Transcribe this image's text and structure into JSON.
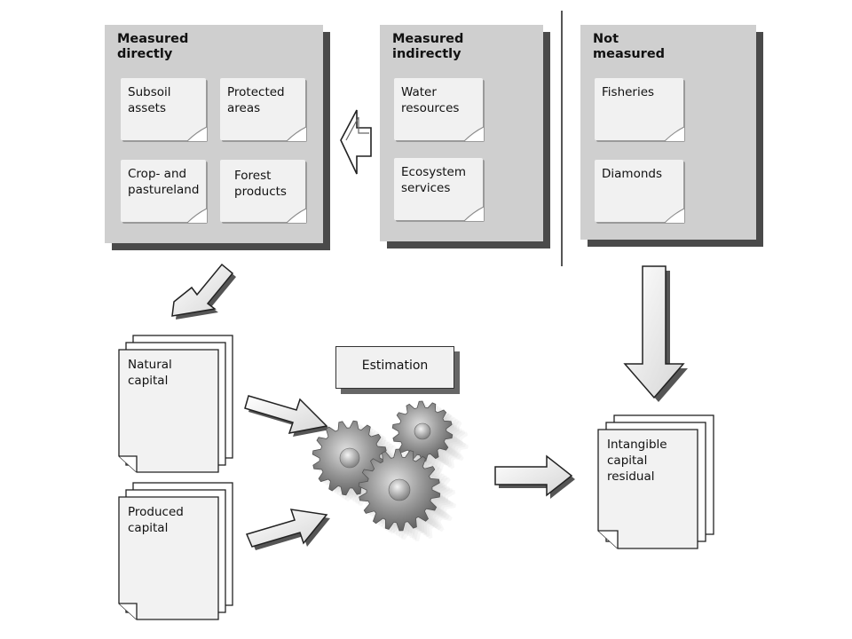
{
  "panels": {
    "measured_directly": {
      "title": "Measured\ndirectly",
      "items": [
        "Subsoil\nassets",
        "Protected\nareas",
        "Crop- and\npastureland",
        "Forest\nproducts"
      ]
    },
    "measured_indirectly": {
      "title": "Measured\nindirectly",
      "items": [
        "Water\nresources",
        "Ecosystem\nservices"
      ]
    },
    "not_measured": {
      "title": "Not\nmeasured",
      "items": [
        "Fisheries",
        "Diamonds"
      ]
    }
  },
  "documents": {
    "natural_capital": "Natural\ncapital",
    "produced_capital": "Produced\ncapital",
    "intangible_capital": "Intangible\ncapital\nresidual"
  },
  "estimation": {
    "label": "Estimation"
  },
  "icons": [
    "gears-icon",
    "arrow-icon",
    "document-stack-icon"
  ]
}
